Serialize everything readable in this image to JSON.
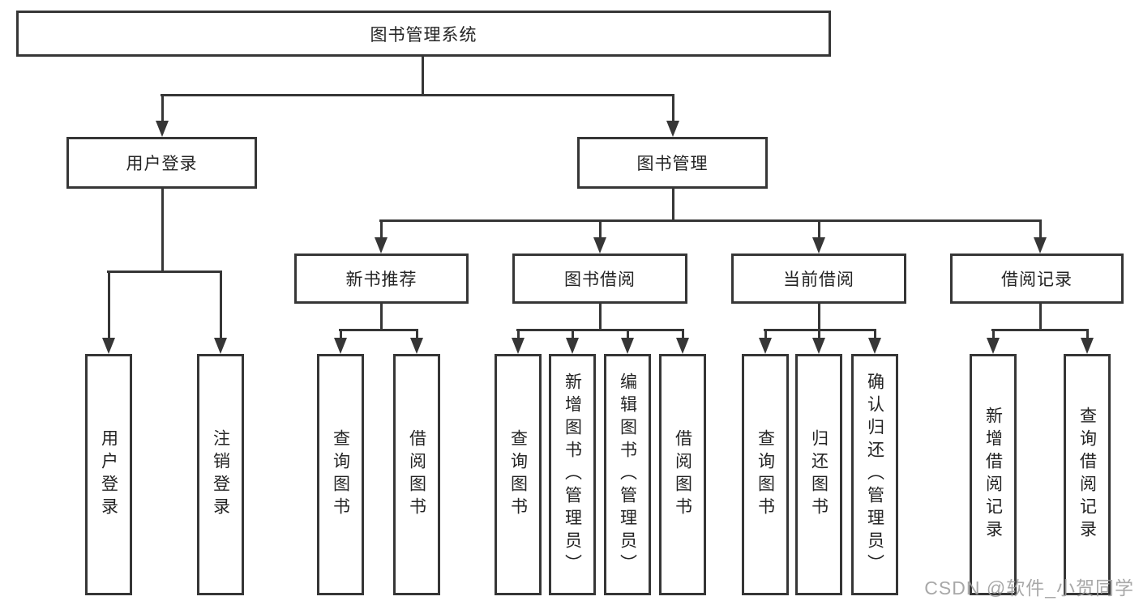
{
  "tree": {
    "root": {
      "label": "图书管理系统"
    },
    "branches": [
      {
        "label": "用户登录",
        "leaves": [
          {
            "label": "用户登录"
          },
          {
            "label": "注销登录"
          }
        ]
      },
      {
        "label": "图书管理",
        "sections": [
          {
            "label": "新书推荐",
            "leaves": [
              {
                "label": "查询图书"
              },
              {
                "label": "借阅图书"
              }
            ]
          },
          {
            "label": "图书借阅",
            "leaves": [
              {
                "label": "查询图书"
              },
              {
                "label": "新增图书（管理员）"
              },
              {
                "label": "编辑图书（管理员）"
              },
              {
                "label": "借阅图书"
              }
            ]
          },
          {
            "label": "当前借阅",
            "leaves": [
              {
                "label": "查询图书"
              },
              {
                "label": "归还图书"
              },
              {
                "label": "确认归还（管理员）"
              }
            ]
          },
          {
            "label": "借阅记录",
            "leaves": [
              {
                "label": "新增借阅记录"
              },
              {
                "label": "查询借阅记录"
              }
            ]
          }
        ]
      }
    ]
  },
  "watermark": {
    "text": "CSDN @软件_小贺同学"
  },
  "colors": {
    "line": "#363636",
    "text": "#242424",
    "watermark": "#9e9e9e",
    "background": "#ffffff"
  }
}
